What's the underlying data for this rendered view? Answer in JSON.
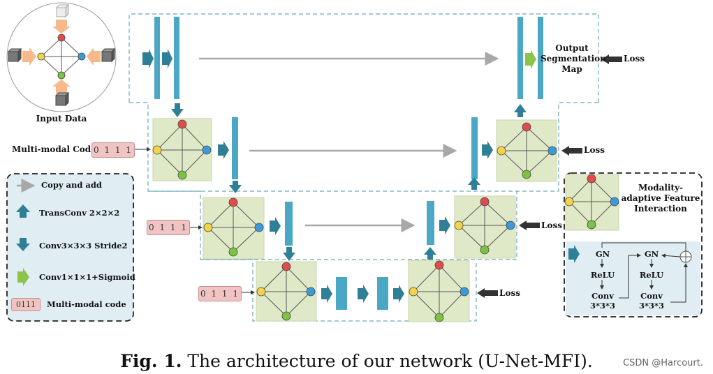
{
  "input": {
    "label": "Input Data"
  },
  "output": {
    "line1": "Output",
    "line2": "Segmentation",
    "line3": "Map"
  },
  "loss_label": "Loss",
  "multimodal_code": {
    "label": "Multi-modal Code",
    "value": "0 1 1 1"
  },
  "legend": {
    "copy_add": "Copy and add",
    "transconv": "TransConv 2×2×2",
    "conv_stride": "Conv3×3×3 Stride2",
    "conv_sigmoid": "Conv1×1×1+Sigmoid",
    "code_sample": "0111",
    "code_desc": "Multi-modal code"
  },
  "module": {
    "title1": "Modality-",
    "title2": "adaptive Feature",
    "title3": "Interaction",
    "gn": "GN",
    "relu": "ReLU",
    "conv": "Conv",
    "kernel": "3*3*3"
  },
  "caption": {
    "fig": "Fig. 1.",
    "text": "The architecture of our network (U-Net-MFI)."
  },
  "watermark": "CSDN @Harcourt.",
  "colors": {
    "bar": "#4aa8c4",
    "arrow": "#2f7f96",
    "green_box": "#dfe9c8",
    "legend_bg": "#e0eef4",
    "red": "#e04b4b",
    "yellow": "#f4d34a",
    "blue": "#3b9ad9",
    "green": "#7bc442",
    "sigmoid": "#8cc44a",
    "code_bg": "#f0c4c2",
    "input_arrow": "#f6b98b"
  }
}
